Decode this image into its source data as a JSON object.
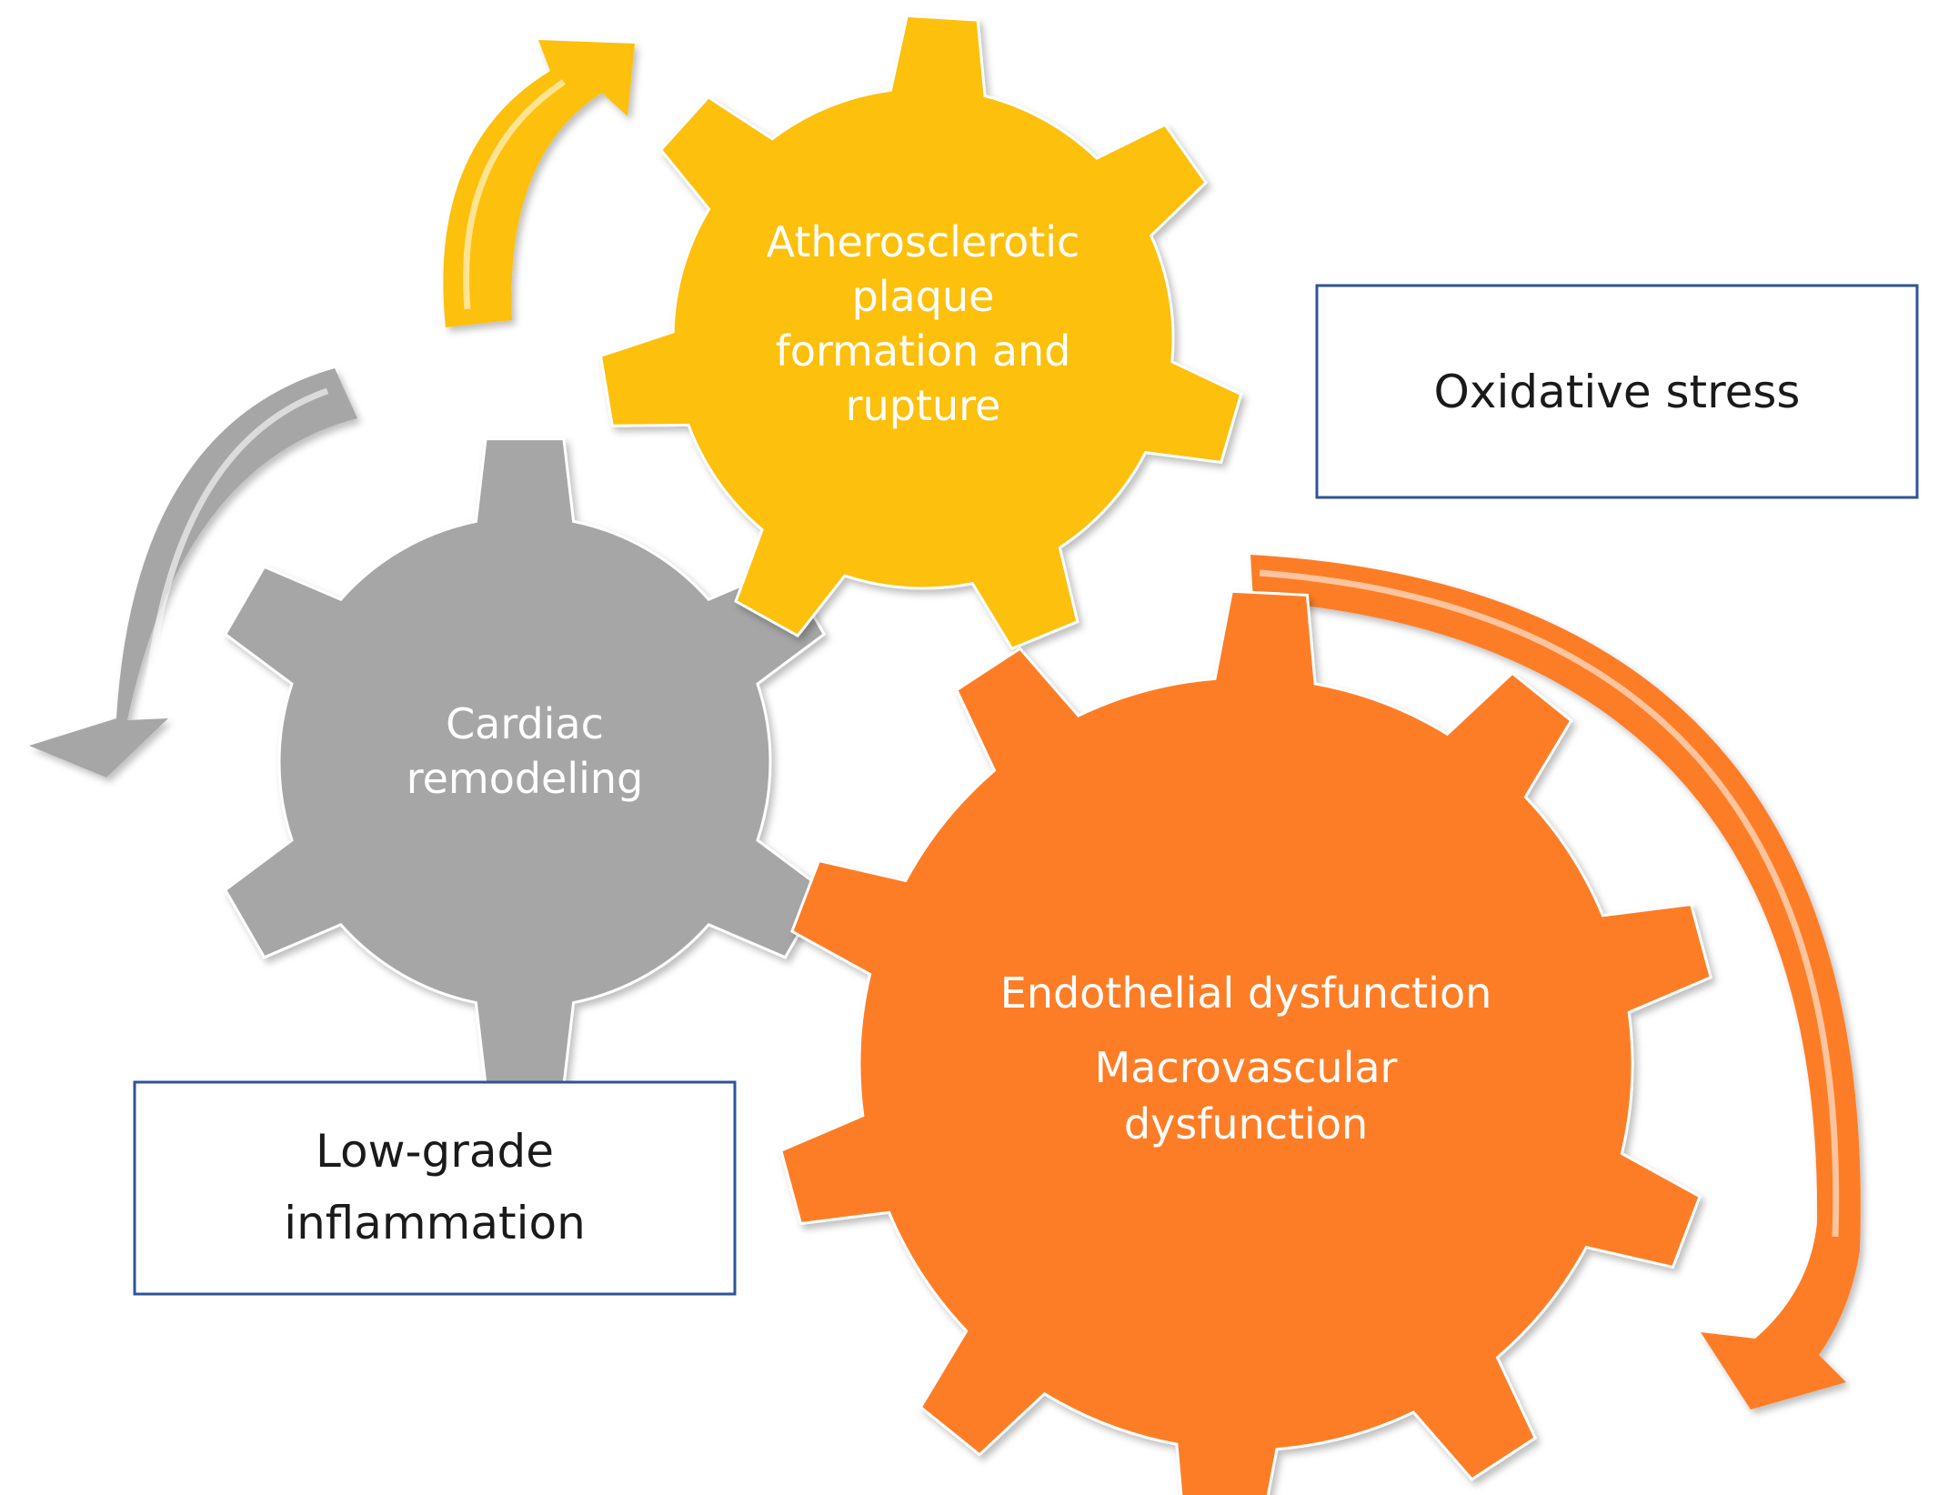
{
  "gears": {
    "atherosclerotic": {
      "lines": [
        "Atherosclerotic",
        "plaque",
        "formation and",
        "rupture"
      ],
      "color": "#fcc00b"
    },
    "cardiac": {
      "lines": [
        "Cardiac",
        "remodeling"
      ],
      "color": "#a6a6a6"
    },
    "endothelial": {
      "lines": [
        "Endothelial dysfunction",
        "Macrovascular",
        "dysfunction"
      ],
      "color": "#fd7d27"
    }
  },
  "boxes": {
    "oxidative": {
      "lines": [
        "Oxidative stress"
      ],
      "border_color": "#2e5597"
    },
    "inflammation": {
      "lines": [
        "Low-grade",
        "inflammation"
      ],
      "border_color": "#2e5597"
    }
  },
  "arrows": {
    "yellow": {
      "color": "#fcc00b"
    },
    "gray": {
      "color": "#a6a6a6"
    },
    "orange": {
      "color": "#fd7d27"
    }
  }
}
